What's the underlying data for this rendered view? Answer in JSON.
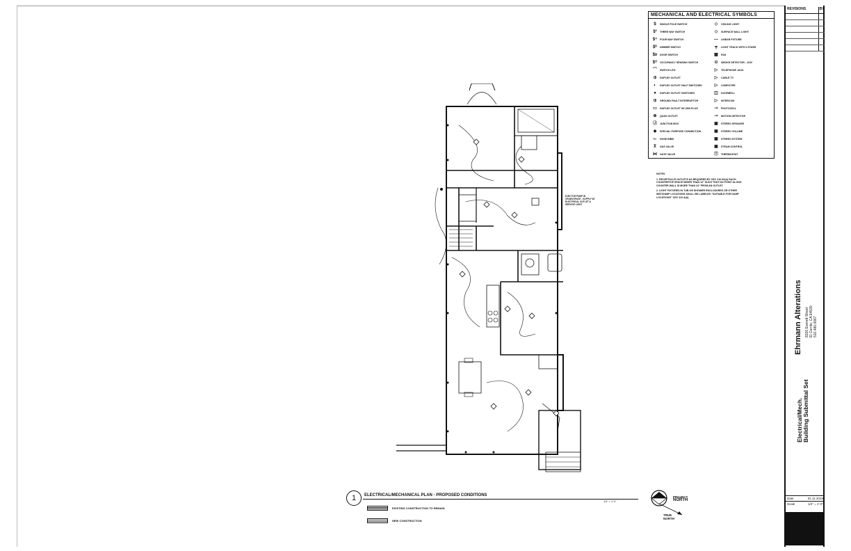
{
  "legend": {
    "title": "MECHANICAL AND ELECTRICAL SYMBOLS",
    "left": [
      {
        "icon": "single-pole-switch-icon",
        "glyph": "$",
        "label": "SINGLE POLE SWITCH"
      },
      {
        "icon": "three-way-switch-icon",
        "glyph": "$³",
        "label": "THREE WAY SWITCH"
      },
      {
        "icon": "four-way-switch-icon",
        "glyph": "$⁴",
        "label": "FOUR WAY SWITCH"
      },
      {
        "icon": "dimmer-switch-icon",
        "glyph": "$ᴰ",
        "label": "DIMMER SWITCH"
      },
      {
        "icon": "door-switch-icon",
        "glyph": "$ᴅ",
        "label": "DOOR SWITCH"
      },
      {
        "icon": "occupancy-switch-icon",
        "glyph": "$ᴼ",
        "label": "OCCUPANCY SENSING SWITCH"
      },
      {
        "icon": "switch-leg-icon",
        "glyph": "⌒",
        "label": "SWITCH LEG"
      },
      {
        "icon": "duplex-outlet-icon",
        "glyph": "⦶",
        "label": "DUPLEX OUTLET"
      },
      {
        "icon": "duplex-half-switched-icon",
        "glyph": "◐",
        "label": "DUPLEX OUTLET HALF SWITCHED"
      },
      {
        "icon": "duplex-switched-icon",
        "glyph": "●",
        "label": "DUPLEX OUTLET SWITCHED"
      },
      {
        "icon": "gfi-icon",
        "glyph": "⦶",
        "label": "GROUND FAULT INTERRUPTOR"
      },
      {
        "icon": "duplex-usb-icon",
        "glyph": "▭",
        "label": "DUPLEX OUTLET W/ USB PLUG"
      },
      {
        "icon": "quad-outlet-icon",
        "glyph": "⊕",
        "label": "QUAD OUTLET"
      },
      {
        "icon": "junction-box-icon",
        "glyph": "Ⓙ",
        "label": "JUNCTION BOX"
      },
      {
        "icon": "special-purpose-icon",
        "glyph": "◆",
        "label": "SPECIAL PURPOSE CONNECTION"
      },
      {
        "icon": "hose-bibb-icon",
        "glyph": "⌙",
        "label": "HOSE BIBB"
      },
      {
        "icon": "gas-valve-icon",
        "glyph": "⊼",
        "label": "GAS VALVE"
      },
      {
        "icon": "gate-valve-icon",
        "glyph": "⋈",
        "label": "GATE VALVE"
      }
    ],
    "right": [
      {
        "icon": "ceiling-light-icon",
        "glyph": "◇",
        "label": "CEILING LIGHT"
      },
      {
        "icon": "surface-wall-light-icon",
        "glyph": "◇",
        "label": "SURFACE WALL LIGHT"
      },
      {
        "icon": "linear-fixture-icon",
        "glyph": "—",
        "label": "LINEAR FIXTURE"
      },
      {
        "icon": "light-track-icon",
        "glyph": "┯",
        "label": "LIGHT TRACK WITH 3 STARS"
      },
      {
        "icon": "fan-icon",
        "glyph": "▩",
        "label": "FAN"
      },
      {
        "icon": "smoke-detector-icon",
        "glyph": "⊙",
        "label": "SMOKE DETECTOR      - 110V"
      },
      {
        "icon": "telephone-jack-icon",
        "glyph": "▷",
        "label": "TELEPHONE JACK"
      },
      {
        "icon": "cable-tv-icon",
        "glyph": "▷",
        "label": "CABLE TV"
      },
      {
        "icon": "computer-icon",
        "glyph": "▷",
        "label": "COMPUTER"
      },
      {
        "icon": "doorbell-icon",
        "glyph": "◫",
        "label": "DOORBELL"
      },
      {
        "icon": "intercom-icon",
        "glyph": "▷",
        "label": "INTERCOM"
      },
      {
        "icon": "photocell-icon",
        "glyph": "⊸",
        "label": "PHOTOCELL"
      },
      {
        "icon": "motion-detector-icon",
        "glyph": "⊸",
        "label": "MOTION DETECTOR"
      },
      {
        "icon": "stereo-speaker-icon",
        "glyph": "▣",
        "label": "STEREO SPEAKER"
      },
      {
        "icon": "stereo-volume-icon",
        "glyph": "▣",
        "label": "STEREO VOLUME"
      },
      {
        "icon": "stereo-system-icon",
        "glyph": "▣",
        "label": "STEREO SYSTEM"
      },
      {
        "icon": "steam-control-icon",
        "glyph": "▣",
        "label": "STEAM CONTROL"
      },
      {
        "icon": "thermostat-icon",
        "glyph": "Ⓣ",
        "label": "THERMOSTAT"
      }
    ]
  },
  "notes": {
    "heading": "NOTES",
    "items": [
      "1.      RECEPTACLE OUTLETS AS REQUIRED BY CEC 210-52(A) EACH COUNTERTOP SPACE WIDER THAN 12\" SUCH THAT NO POINT ALONG COUNTER WALL IS MORE THAN 24\" FROM AN OUTLET.",
      "2.      LIGHT FIXTURES IN TUB OR SHOWER ENCLOSURES OR OTHER WET/DAMP LOCATIONS SHALL BE LABELED \"SUITABLE FOR DAMP LOCATIONS\" CEC 410-4(A)."
    ]
  },
  "plan_note": "EJECTOR PUMP IN CRAWLSPACE - SUPPLY W/ ELECTRICAL OUTLET & SERVICE LIGHT",
  "caption": {
    "number": "1",
    "title": "ELECTRICAL/MECHANICAL PLAN - PROPOSED CONDITIONS",
    "scale": "1/4\" = 1'-0\"",
    "existing": "EXISTING CONSTRUCTION TO REMAIN",
    "new": "NEW CONSTRUCTION"
  },
  "north": {
    "project": "PROJECT",
    "project_north": "NORTH",
    "true": "TRUE",
    "true_north": "NORTH"
  },
  "title_block": {
    "revisions": "REVISIONS",
    "by": "BY",
    "project_name": "Ehrmann Alterations",
    "address": [
      "8326 Everett Street",
      "El Cerrito, CA 94530",
      "510.480.0067"
    ],
    "sheet_title_1": "Electrical/Mech.",
    "sheet_title_2": "Building Submittal Set",
    "date_label": "Date",
    "date_value": "01.11.2019",
    "scale_label": "Scale",
    "scale_value": "1/4\" = 1'-0\""
  }
}
